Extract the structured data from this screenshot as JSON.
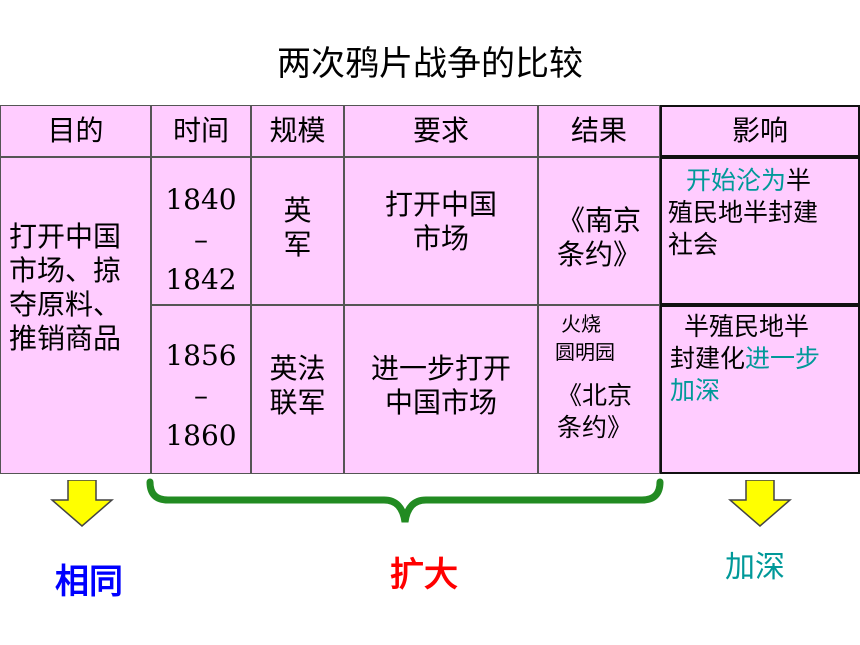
{
  "title": "两次鸦片战争的比较",
  "headers": [
    "目的",
    "时间",
    "规模",
    "要求",
    "结果",
    "影响"
  ],
  "purpose": [
    "打开中国",
    "市场、掠",
    "夺原料、",
    "推销商品"
  ],
  "row1": {
    "time": [
      "1840",
      "–",
      "1842"
    ],
    "scale": [
      "英",
      "军"
    ],
    "demand": [
      "打开中国",
      "市场"
    ],
    "result": [
      "《南京",
      "条约》"
    ],
    "impact": {
      "teal": "开始沦为",
      "black1": "半",
      "line2": "殖民地半封建",
      "line3": "社会"
    }
  },
  "row2": {
    "time": [
      "1856",
      "–",
      "1860"
    ],
    "scale": [
      "英法",
      "联军"
    ],
    "demand": [
      "进一步打开",
      "中国市场"
    ],
    "result_fire": [
      "火烧",
      "圆明园"
    ],
    "result_treaty": [
      "《北京",
      "条约》"
    ],
    "impact": {
      "line1": "半殖民地半",
      "black2": "封建化",
      "teal2": "进一步",
      "teal3": "加深"
    }
  },
  "labels": {
    "same": "相同",
    "expand": "扩大",
    "deepen": "加深"
  },
  "colors": {
    "cell_bg": "#ffccff",
    "arrow": "#ffff00",
    "brace": "#228b22",
    "same": "#0000ff",
    "expand": "#ff0000",
    "deepen": "#009999"
  }
}
